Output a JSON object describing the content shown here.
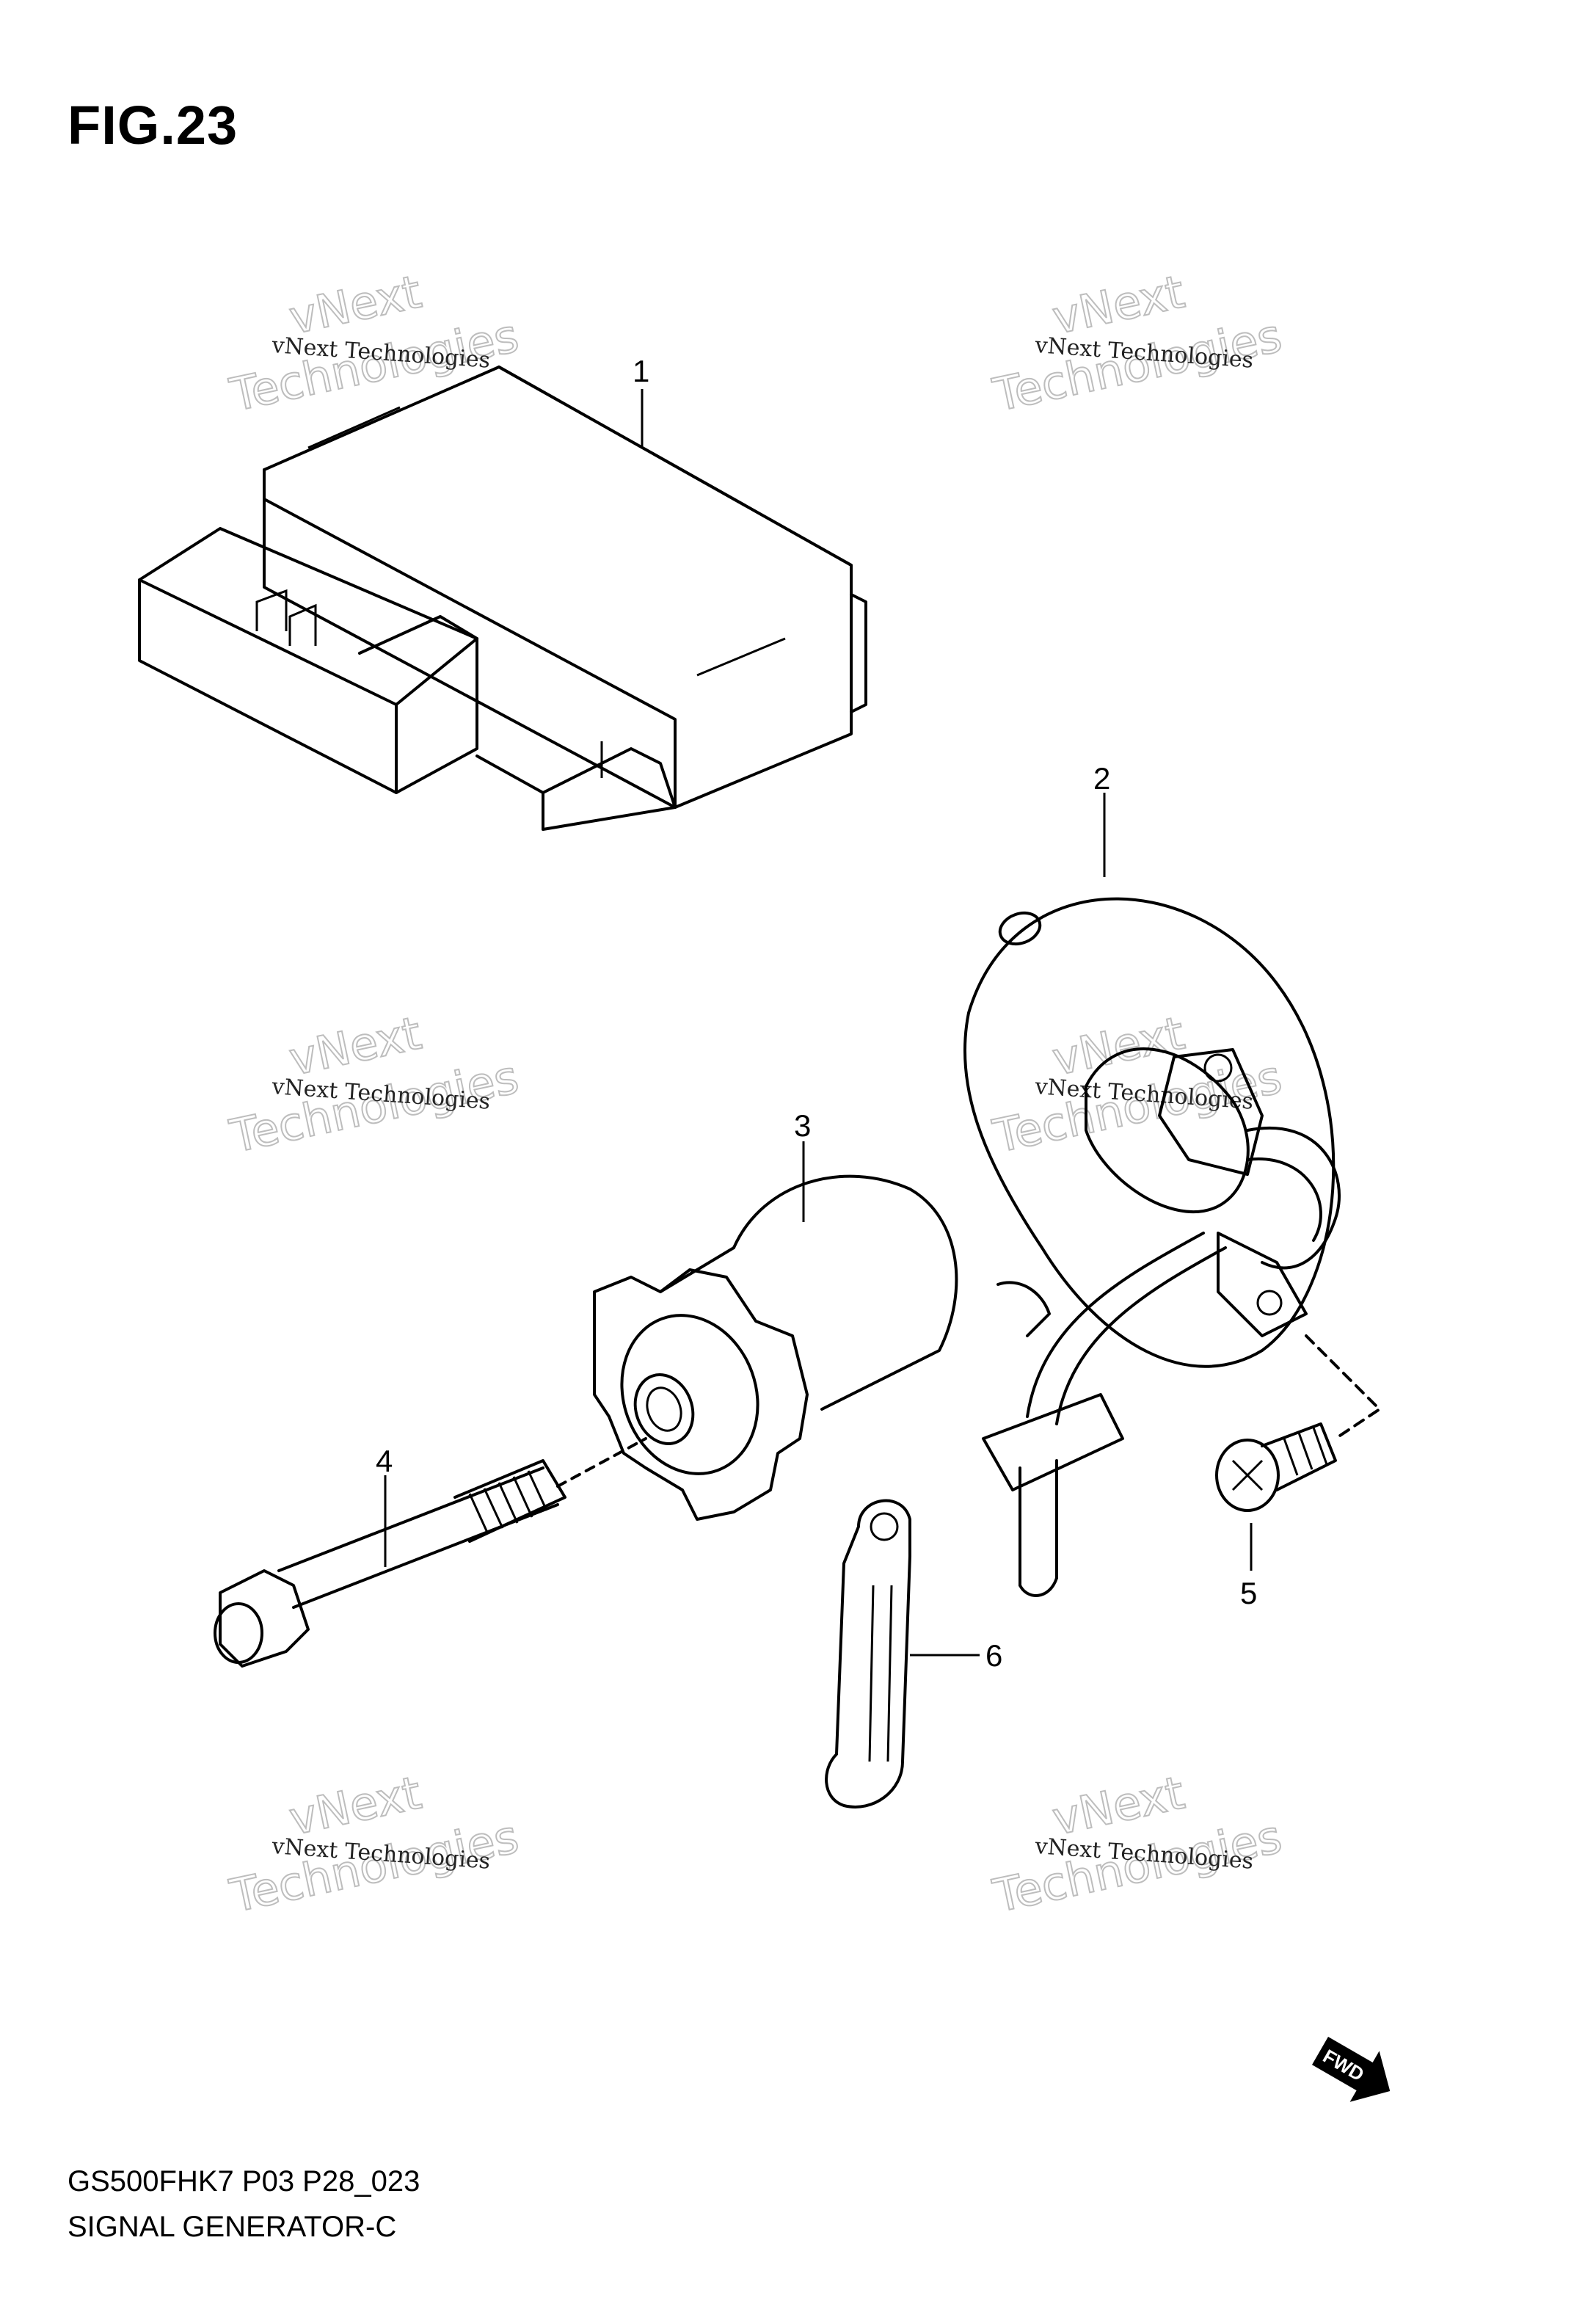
{
  "figure": {
    "title": "FIG.23"
  },
  "footer": {
    "model_code": "GS500FHK7 P03 P28_023",
    "diagram_name": "SIGNAL GENERATOR-C"
  },
  "callouts": [
    "1",
    "2",
    "3",
    "4",
    "5",
    "6"
  ],
  "watermark": {
    "line1": "vNext",
    "line2": "Technologies",
    "small": "vNext Technologies"
  },
  "direction_marker": {
    "label": "FWD"
  }
}
